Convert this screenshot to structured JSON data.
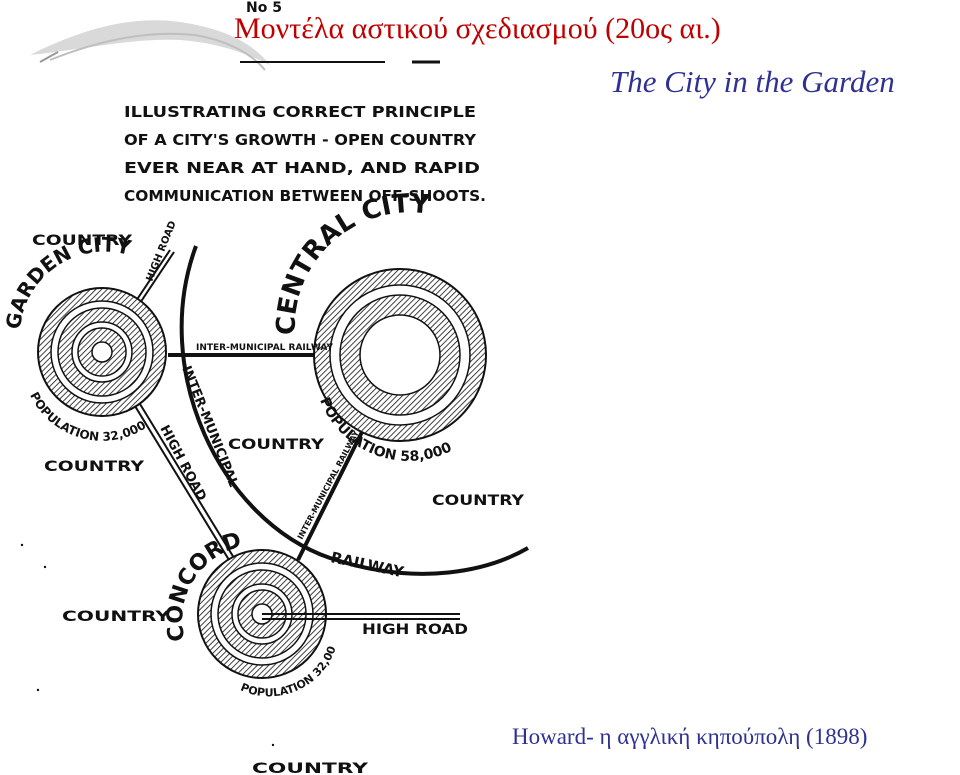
{
  "slide": {
    "title": "Μοντέλα αστικού σχεδιασμού (20ος αι.)",
    "subtitle": "The City in the Garden",
    "caption": "Howard- η αγγλική κηπούπολη  (1898)"
  },
  "diagram": {
    "plate_number": "No 5",
    "heading_lines": [
      "ILLUSTRATING CORRECT PRINCIPLE",
      "OF A CITY'S GROWTH - OPEN COUNTRY",
      "EVER NEAR AT HAND, AND RAPID",
      "COMMUNICATION BETWEEN OFF-SHOOTS."
    ],
    "country_labels": [
      "COUNTRY",
      "COUNTRY",
      "COUNTRY",
      "COUNTRY",
      "COUNTRY",
      "COUNTRY"
    ],
    "garden_city": {
      "name": "GARDEN CITY",
      "population": "POPULATION 32,000"
    },
    "central_city": {
      "name": "CENTRAL CITY",
      "population": "POPULATION 58,000"
    },
    "concord": {
      "name": "CONCORD",
      "population": "POPULATION 32,000"
    },
    "high_road_labels": [
      "HIGH ROAD",
      "HIGH ROAD",
      "HIGH ROAD"
    ],
    "railway_labels": {
      "inter_municipal_top": "INTER-MUNICIPAL RAILWAY",
      "inter_municipal_vertical": "INTER-MUNICIPAL",
      "railway_arc": "RAILWAY",
      "inter_municipal_diag": "INTER-MUNICIPAL RAILWAY"
    }
  }
}
